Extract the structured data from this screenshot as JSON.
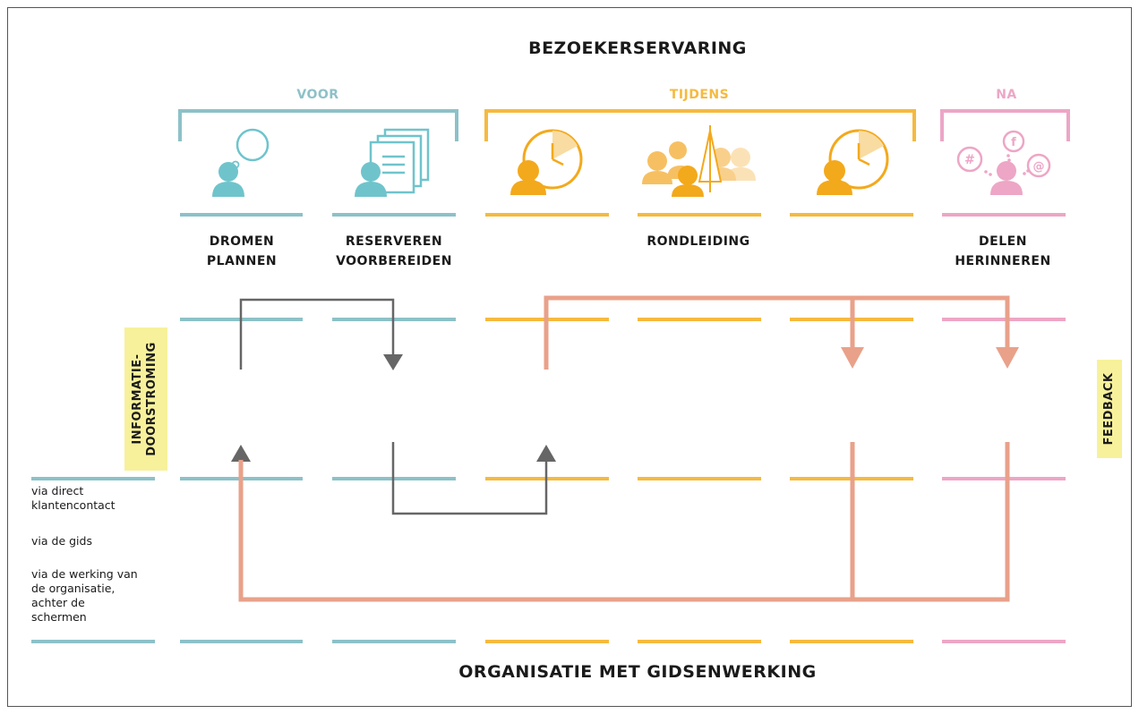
{
  "title_top": "BEZOEKERSERVARING",
  "title_bottom": "ORGANISATIE MET GIDSENWERKING",
  "phases": {
    "voor": {
      "label": "VOOR",
      "color": "#8dc1c8"
    },
    "tijdens": {
      "label": "TIJDENS",
      "color": "#f5ba3f"
    },
    "na": {
      "label": "NA",
      "color": "#eda6c6"
    }
  },
  "stages": {
    "dromen": [
      "DROMEN",
      "PLANNEN"
    ],
    "reserveren": [
      "RESERVEREN",
      "VOORBEREIDEN"
    ],
    "rondleiding": "RONDLEIDING",
    "delen": [
      "DELEN",
      "HERINNEREN"
    ]
  },
  "side_labels": {
    "left": [
      "INFORMATIE-",
      "DOORSTROMING"
    ],
    "right": "FEEDBACK"
  },
  "rows": {
    "direct": [
      "via direct",
      "klantencontact"
    ],
    "gids": "via de gids",
    "werking": [
      "via de werking van",
      "de organisatie,",
      "achter de",
      "schermen"
    ]
  },
  "colors": {
    "teal": "#8dc1c8",
    "icon_teal": "#6fc4cc",
    "yellow": "#f5ba3f",
    "icon_yellow": "#f3a91c",
    "pink": "#eda6c6",
    "salmon": "#e9a18a",
    "gray_arrow": "#666666",
    "highlight": "#f7f19b"
  },
  "icons": [
    "person-thinking-icon",
    "person-documents-icon",
    "person-clock-icon",
    "group-guide-icon",
    "person-clock-icon",
    "person-social-icon"
  ]
}
